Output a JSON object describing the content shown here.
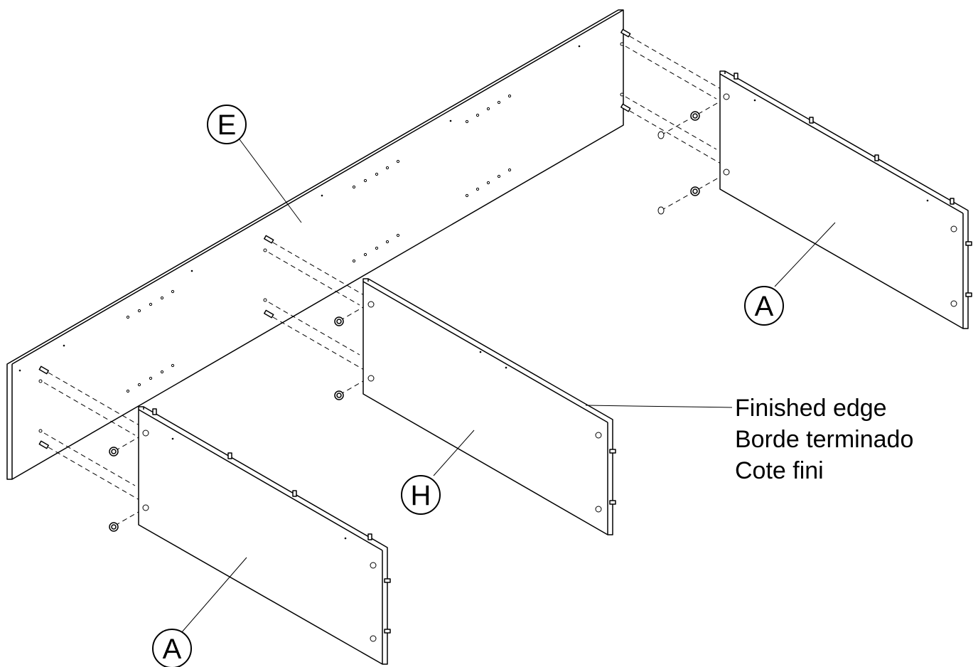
{
  "labels": {
    "panel_e": "E",
    "panel_h": "H",
    "panel_a_right": "A",
    "panel_a_left": "A"
  },
  "note": {
    "line1": "Finished edge",
    "line2": "Borde terminado",
    "line3": "Cote fini"
  },
  "colors": {
    "ink": "#000000",
    "paper": "#ffffff"
  }
}
